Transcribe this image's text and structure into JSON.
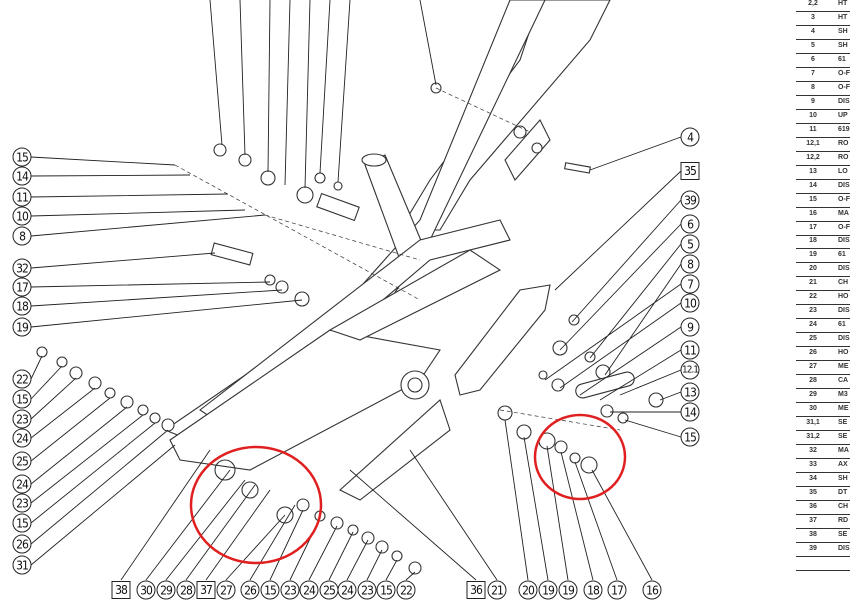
{
  "callouts": {
    "left": [
      {
        "label": "15"
      },
      {
        "label": "14"
      },
      {
        "label": "11"
      },
      {
        "label": "10"
      },
      {
        "label": "8"
      },
      {
        "label": "32"
      },
      {
        "label": "17"
      },
      {
        "label": "18"
      },
      {
        "label": "19"
      },
      {
        "label": "22"
      },
      {
        "label": "15"
      },
      {
        "label": "23"
      },
      {
        "label": "24"
      },
      {
        "label": "25"
      },
      {
        "label": "24"
      },
      {
        "label": "23"
      },
      {
        "label": "15"
      },
      {
        "label": "26"
      },
      {
        "label": "31"
      }
    ],
    "right": [
      {
        "label": "4"
      },
      {
        "label": "35",
        "boxed": true
      },
      {
        "label": "39"
      },
      {
        "label": "6"
      },
      {
        "label": "5"
      },
      {
        "label": "8"
      },
      {
        "label": "7"
      },
      {
        "label": "10"
      },
      {
        "label": "9"
      },
      {
        "label": "11"
      },
      {
        "label": "12.1"
      },
      {
        "label": "13"
      },
      {
        "label": "14"
      },
      {
        "label": "15"
      }
    ],
    "bottom": [
      {
        "label": "38",
        "boxed": true
      },
      {
        "label": "30"
      },
      {
        "label": "29"
      },
      {
        "label": "28"
      },
      {
        "label": "37",
        "boxed": true
      },
      {
        "label": "27"
      },
      {
        "label": "26"
      },
      {
        "label": "15"
      },
      {
        "label": "23"
      },
      {
        "label": "24"
      },
      {
        "label": "25"
      },
      {
        "label": "24"
      },
      {
        "label": "23"
      },
      {
        "label": "15"
      },
      {
        "label": "22"
      },
      {
        "label": "36",
        "boxed": true
      },
      {
        "label": "21"
      },
      {
        "label": "20"
      },
      {
        "label": "19"
      },
      {
        "label": "19"
      },
      {
        "label": "18"
      },
      {
        "label": "17"
      },
      {
        "label": "16"
      }
    ]
  },
  "highlight_color": "#e02020",
  "parts_table": [
    {
      "num": "2,2",
      "desc": "HT"
    },
    {
      "num": "3",
      "desc": "HT"
    },
    {
      "num": "4",
      "desc": "SH"
    },
    {
      "num": "5",
      "desc": "SH"
    },
    {
      "num": "6",
      "desc": "61"
    },
    {
      "num": "7",
      "desc": "O-F"
    },
    {
      "num": "8",
      "desc": "O-F"
    },
    {
      "num": "9",
      "desc": "DIS"
    },
    {
      "num": "10",
      "desc": "UP"
    },
    {
      "num": "11",
      "desc": "619"
    },
    {
      "num": "12,1",
      "desc": "RO"
    },
    {
      "num": "12,2",
      "desc": "RO"
    },
    {
      "num": "13",
      "desc": "LO"
    },
    {
      "num": "14",
      "desc": "DIS"
    },
    {
      "num": "15",
      "desc": "O-F"
    },
    {
      "num": "16",
      "desc": "MA"
    },
    {
      "num": "17",
      "desc": "O-F"
    },
    {
      "num": "18",
      "desc": "DIS"
    },
    {
      "num": "19",
      "desc": "61"
    },
    {
      "num": "20",
      "desc": "DIS"
    },
    {
      "num": "21",
      "desc": "CH"
    },
    {
      "num": "22",
      "desc": "HO"
    },
    {
      "num": "23",
      "desc": "DIS"
    },
    {
      "num": "24",
      "desc": "61"
    },
    {
      "num": "25",
      "desc": "DIS"
    },
    {
      "num": "26",
      "desc": "HO"
    },
    {
      "num": "27",
      "desc": "ME"
    },
    {
      "num": "28",
      "desc": "CA"
    },
    {
      "num": "29",
      "desc": "M3"
    },
    {
      "num": "30",
      "desc": "ME"
    },
    {
      "num": "31,1",
      "desc": "SE"
    },
    {
      "num": "31,2",
      "desc": "SE"
    },
    {
      "num": "32",
      "desc": "MA"
    },
    {
      "num": "33",
      "desc": "AX"
    },
    {
      "num": "34",
      "desc": "SH"
    },
    {
      "num": "35",
      "desc": "DT"
    },
    {
      "num": "36",
      "desc": "CH"
    },
    {
      "num": "37",
      "desc": "RD"
    },
    {
      "num": "38",
      "desc": "SE"
    },
    {
      "num": "39",
      "desc": "DIS"
    },
    {
      "num": "",
      "desc": ""
    }
  ]
}
